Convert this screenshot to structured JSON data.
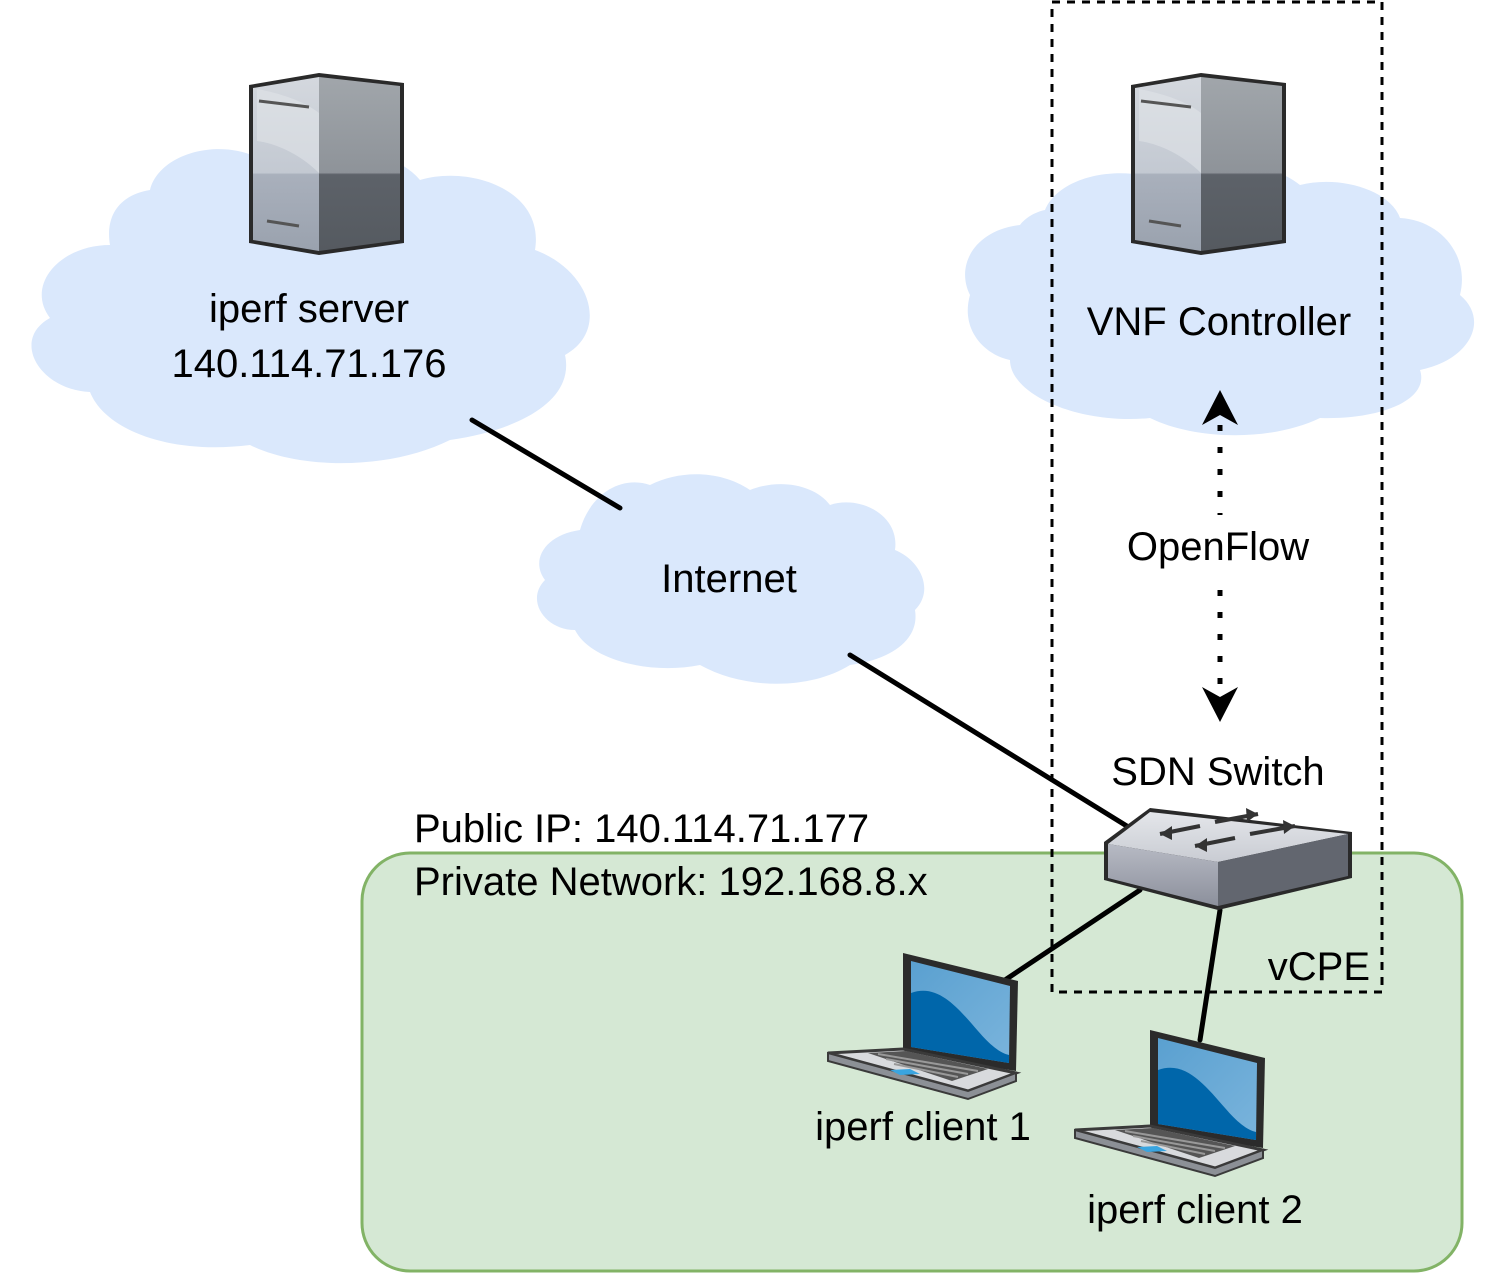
{
  "nodes": {
    "iperf_server": {
      "name": "iperf server",
      "ip": "140.114.71.176"
    },
    "internet": {
      "name": "Internet"
    },
    "vnf_controller": {
      "name": "VNF Controller"
    },
    "openflow": {
      "name": "OpenFlow"
    },
    "sdn_switch": {
      "name": "SDN Switch"
    },
    "vcpe": {
      "name": "vCPE"
    },
    "client1": {
      "name": "iperf client 1"
    },
    "client2": {
      "name": "iperf client 2"
    }
  },
  "network": {
    "public_ip": "Public IP: 140.114.71.177",
    "private_network": "Private Network: 192.168.8.x"
  },
  "colors": {
    "cloud": "#dae8fc",
    "private_zone_fill": "#d5e8d4",
    "private_zone_stroke": "#82b366",
    "link": "#000000",
    "screen_blue": "#0066aa"
  },
  "icons": [
    "server-icon",
    "cloud-icon",
    "switch-icon",
    "laptop-icon"
  ]
}
